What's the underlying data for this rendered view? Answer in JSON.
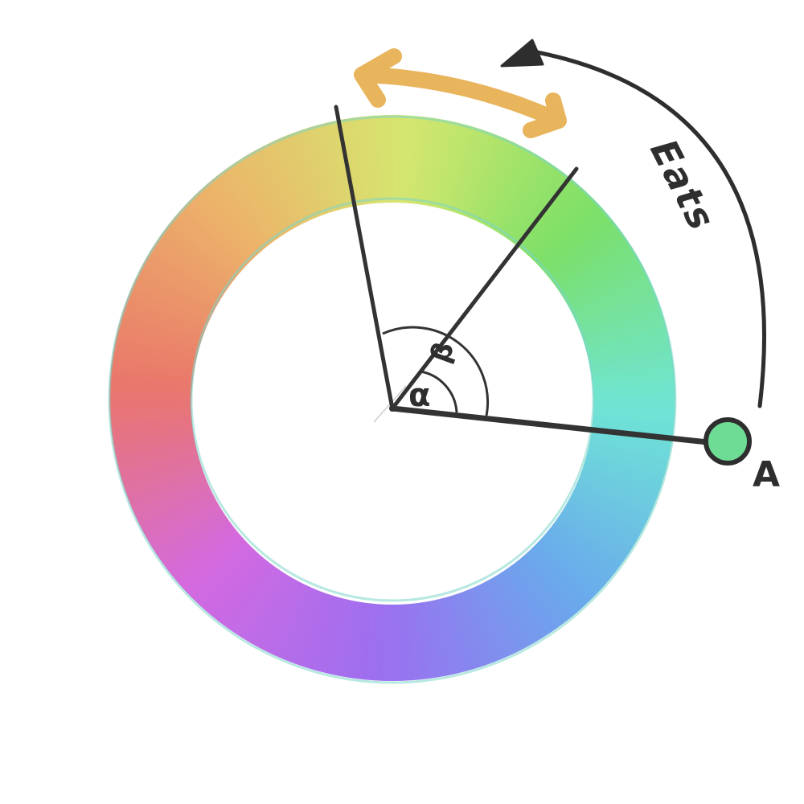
{
  "diagram": {
    "labels": {
      "eats": "Eats",
      "alpha": "α",
      "beta": "β",
      "point": "A"
    },
    "colors": {
      "line": "#333333",
      "orange_arrow": "#e8b45c",
      "point_fill": "#6fdc96",
      "ring_stops": [
        "#e9766b",
        "#ecb26a",
        "#d6e66f",
        "#7be067",
        "#6fe4d6",
        "#6aa8ec",
        "#9b6ff0",
        "#d46ae0",
        "#e9766b"
      ]
    }
  }
}
